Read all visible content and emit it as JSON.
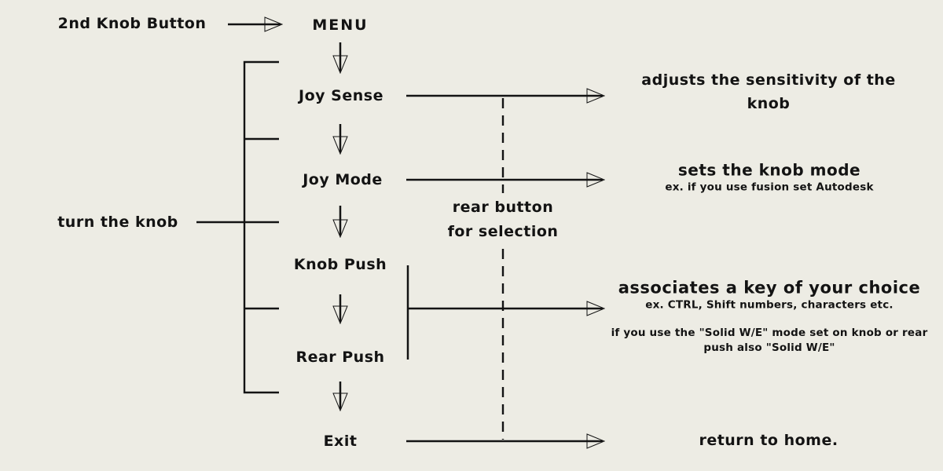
{
  "colors": {
    "background": "#edece4",
    "ink": "#131313"
  },
  "flow": {
    "trigger": "2nd Knob Button",
    "menu": "MENU"
  },
  "left_hint": "turn the knob",
  "selection_hint": {
    "lines": [
      "rear button",
      "for selection"
    ]
  },
  "menu_items": [
    "Joy Sense",
    "Joy Mode",
    "Knob Push",
    "Rear Push",
    "Exit"
  ],
  "annotations": {
    "joy_sense": {
      "lines": [
        "adjusts the sensitivity of the",
        "knob"
      ]
    },
    "joy_mode": {
      "title": "sets the knob mode",
      "example": "ex. if you use fusion set Autodesk"
    },
    "key_binding": {
      "title": "associates a key of your choice",
      "example": "ex. CTRL, Shift numbers, characters etc.",
      "note_lines": [
        "if you use the \"Solid W/E\" mode set on knob or rear",
        "push also \"Solid W/E\""
      ]
    },
    "exit": "return to home."
  }
}
